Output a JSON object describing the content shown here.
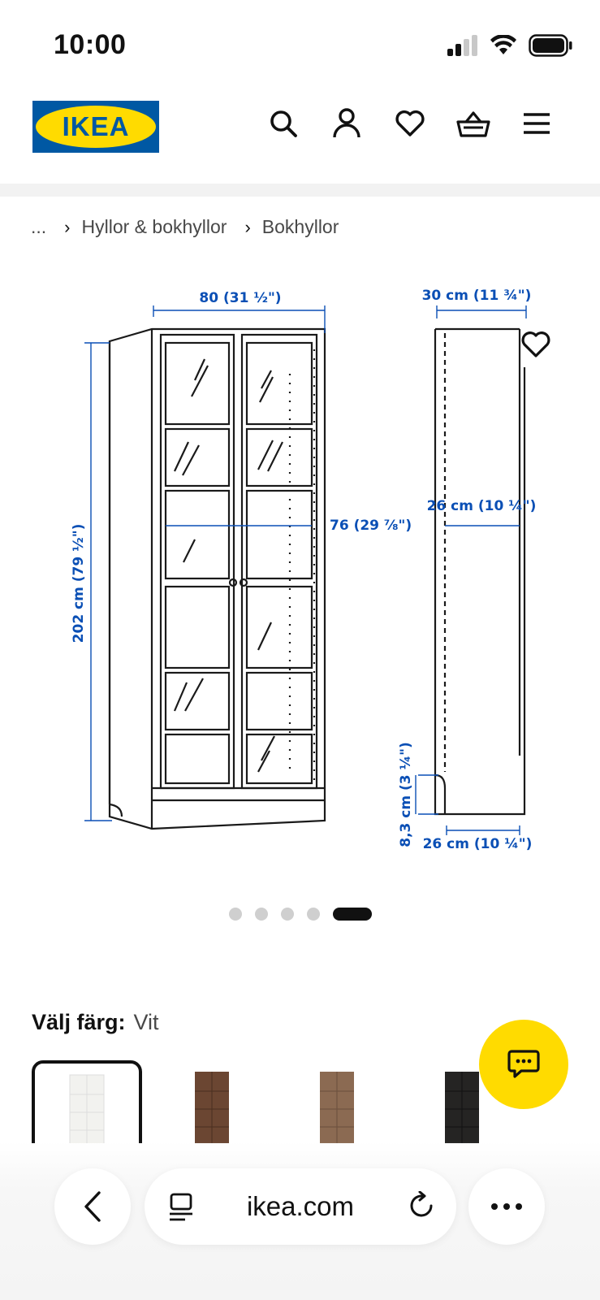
{
  "status_bar": {
    "time": "10:00"
  },
  "header": {
    "logo_text": "IKEA",
    "brand_colors": {
      "blue": "#0058a3",
      "yellow": "#ffdb00"
    },
    "icons": [
      "search-icon",
      "profile-icon",
      "heart-icon",
      "basket-icon",
      "menu-icon"
    ]
  },
  "breadcrumb": {
    "ellipsis": "...",
    "items": [
      "Hyllor & bokhyllor",
      "Bokhyllor"
    ]
  },
  "dimensions": {
    "width": "80 (31 ½\")",
    "height": "202 cm (79 ½\")",
    "inner_width": "76 (29 ⅞\")",
    "depth_top": "30 cm (11 ¾\")",
    "depth_mid": "26 cm (10 ¼\")",
    "plinth_height": "8,3 cm (3 ¼\")",
    "depth_bottom": "26 cm (10 ¼\")",
    "label_color": "#0a4fb5"
  },
  "carousel": {
    "count": 5,
    "active_index": 4
  },
  "color_picker": {
    "label": "Välj färg:",
    "value": "Vit",
    "swatches": [
      {
        "name": "Vit",
        "color": "#f2f2ef"
      },
      {
        "name": "brown",
        "color": "#6b4632"
      },
      {
        "name": "oak",
        "color": "#8b6a52"
      },
      {
        "name": "black",
        "color": "#252423"
      }
    ]
  },
  "browser": {
    "url": "ikea.com"
  }
}
